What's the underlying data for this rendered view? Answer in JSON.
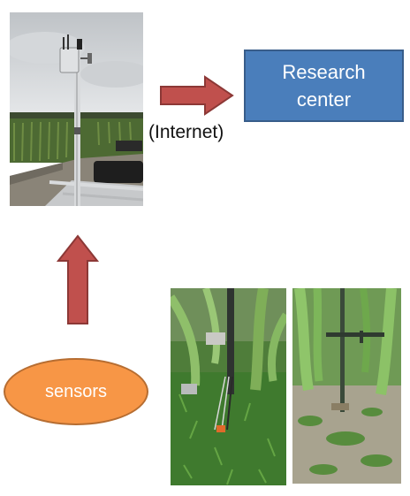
{
  "nodes": {
    "research_center": {
      "label": "Research center",
      "fill": "#4a7ebb",
      "border": "#385d8a"
    },
    "sensors": {
      "label": "sensors",
      "fill": "#f79646",
      "border": "#b66d31"
    }
  },
  "edges": {
    "internet_link": {
      "label": "(Internet)",
      "from": "weather-station-photo",
      "to": "research_center",
      "arrow_color": "#c0504d"
    },
    "sensor_link": {
      "from": "sensors",
      "to": "weather-station-photo",
      "arrow_color": "#c0504d"
    }
  },
  "photos": [
    {
      "id": "weather-station-photo",
      "subject": "antenna mast with data logger over crop field"
    },
    {
      "id": "field-sensor-photo-1",
      "subject": "soil sensor cables at base of dragon fruit plants"
    },
    {
      "id": "field-sensor-photo-2",
      "subject": "sensor pole between dragon fruit plants"
    }
  ]
}
